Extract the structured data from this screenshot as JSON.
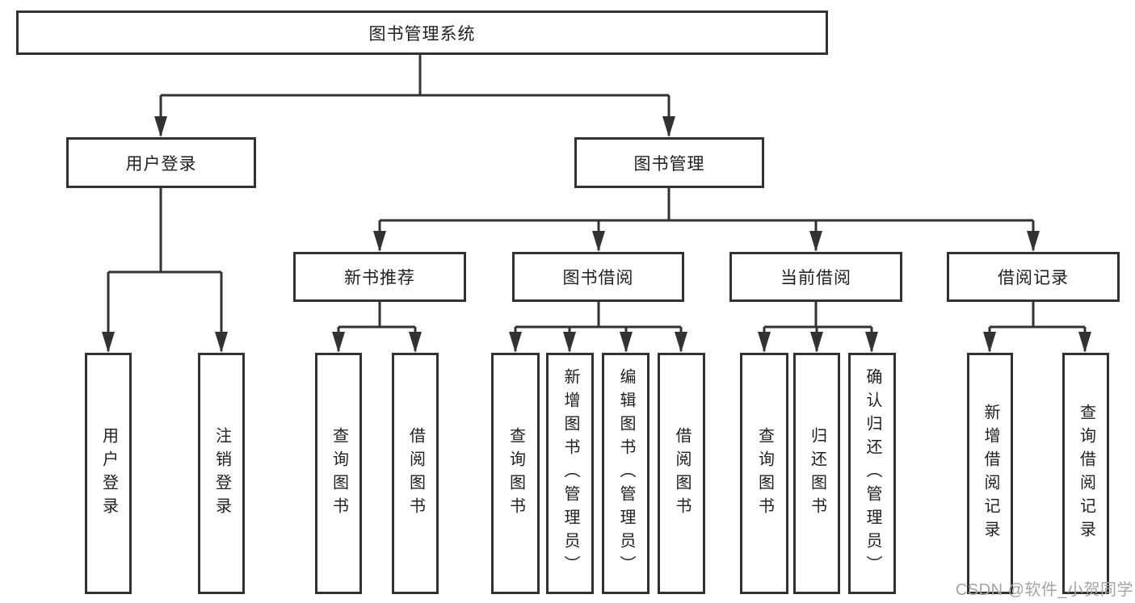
{
  "title": "图书管理系统",
  "watermark": "CSDN @软件_小贺同学",
  "colors": {
    "line": "#323232",
    "border": "#323232",
    "text": "#1f1f1f",
    "watermark": "#a4a4a4",
    "background": "#ffffff"
  },
  "nodes": {
    "root": {
      "label": "图书管理系统"
    },
    "user_login": {
      "label": "用户登录"
    },
    "book_mgmt": {
      "label": "图书管理"
    },
    "new_book_rec": {
      "label": "新书推荐"
    },
    "book_borrow": {
      "label": "图书借阅"
    },
    "current_borrow": {
      "label": "当前借阅"
    },
    "borrow_record": {
      "label": "借阅记录"
    },
    "leaf_user_login": {
      "label": "用户登录"
    },
    "leaf_logout": {
      "label": "注销登录"
    },
    "leaf_query_book_a": {
      "label": "查询图书"
    },
    "leaf_borrow_book_a": {
      "label": "借阅图书"
    },
    "leaf_query_book_b": {
      "label": "查询图书"
    },
    "leaf_add_book": {
      "label": "新增图书（管理员）"
    },
    "leaf_edit_book": {
      "label": "编辑图书（管理员）"
    },
    "leaf_borrow_book_b": {
      "label": "借阅图书"
    },
    "leaf_query_book_c": {
      "label": "查询图书"
    },
    "leaf_return_book": {
      "label": "归还图书"
    },
    "leaf_confirm_return": {
      "label": "确认归还（管理员）"
    },
    "leaf_add_record": {
      "label": "新增借阅记录"
    },
    "leaf_query_record": {
      "label": "查询借阅记录"
    }
  },
  "edges": [
    [
      "图书管理系统",
      "用户登录"
    ],
    [
      "图书管理系统",
      "图书管理"
    ],
    [
      "用户登录",
      "用户登录"
    ],
    [
      "用户登录",
      "注销登录"
    ],
    [
      "图书管理",
      "新书推荐"
    ],
    [
      "图书管理",
      "图书借阅"
    ],
    [
      "图书管理",
      "当前借阅"
    ],
    [
      "图书管理",
      "借阅记录"
    ],
    [
      "新书推荐",
      "查询图书"
    ],
    [
      "新书推荐",
      "借阅图书"
    ],
    [
      "图书借阅",
      "查询图书"
    ],
    [
      "图书借阅",
      "新增图书（管理员）"
    ],
    [
      "图书借阅",
      "编辑图书（管理员）"
    ],
    [
      "图书借阅",
      "借阅图书"
    ],
    [
      "当前借阅",
      "查询图书"
    ],
    [
      "当前借阅",
      "归还图书"
    ],
    [
      "当前借阅",
      "确认归还（管理员）"
    ],
    [
      "借阅记录",
      "新增借阅记录"
    ],
    [
      "借阅记录",
      "查询借阅记录"
    ]
  ]
}
